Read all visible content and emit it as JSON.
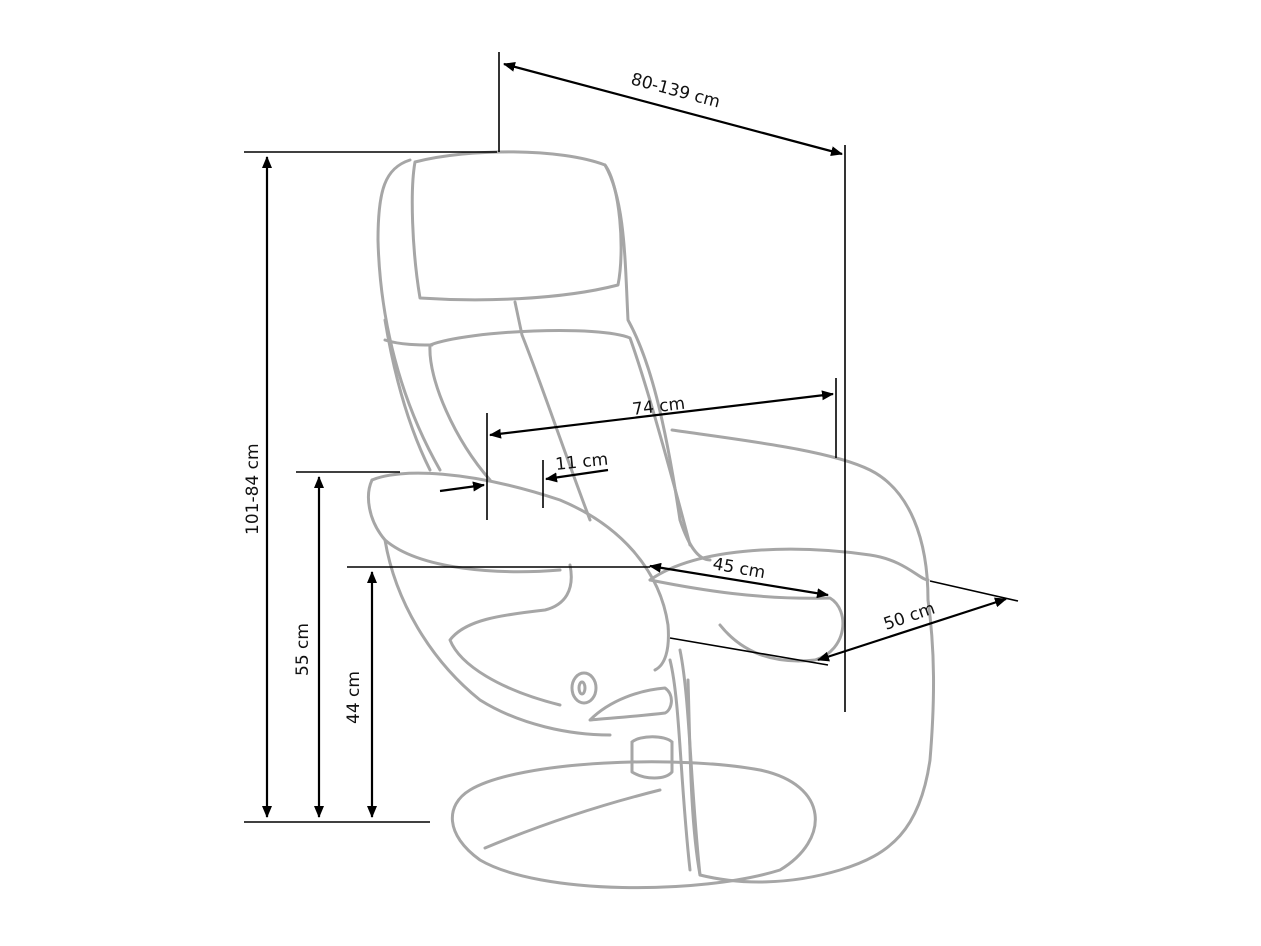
{
  "diagram": {
    "subject": "Recliner armchair with swivel base — dimension drawing",
    "colors": {
      "outline": "#a6a6a6",
      "dimension_lines": "#000000",
      "background": "#ffffff"
    },
    "dimensions": {
      "total_height": "101-84 cm",
      "depth": "80-139 cm",
      "armrest_height": "55 cm",
      "seat_height": "44 cm",
      "width": "74 cm",
      "armrest_width": "11 cm",
      "seat_depth": "45 cm",
      "seat_width": "50 cm"
    }
  }
}
